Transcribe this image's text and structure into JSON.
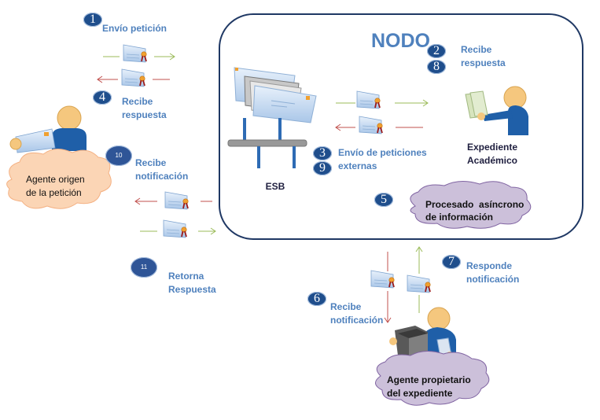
{
  "diagram": {
    "node_title": "NODO",
    "esb_label": "ESB",
    "expediente_label": [
      "Expediente",
      "Académico"
    ],
    "clouds": {
      "agente_origen": [
        "Agente origen",
        "de la petición"
      ],
      "procesado": [
        "Procesado  asíncrono",
        "de información"
      ],
      "agente_propietario": [
        "Agente propietario",
        "del expediente"
      ]
    },
    "colors": {
      "label_blue": "#4f81bd",
      "badge_navy": "#1f4e8c",
      "node_border": "#1f3864",
      "arrow_green": "#9bbb59",
      "arrow_red": "#c0504d",
      "cloud_peach": "#fbd5b5",
      "cloud_lilac": "#ccc0da",
      "person_blue": "#1f5fa8",
      "skin": "#f5c77e"
    },
    "steps": [
      {
        "num": "1",
        "label": [
          "Envío  petición"
        ]
      },
      {
        "num": "4",
        "label": [
          "Recibe",
          "respuesta"
        ]
      },
      {
        "num": "10",
        "label": [
          "Recibe",
          "notificación"
        ]
      },
      {
        "num": "11",
        "label": [
          "Retorna",
          "Respuesta"
        ]
      },
      {
        "num": "2",
        "num2": "8",
        "label": [
          "Recibe",
          "respuesta"
        ]
      },
      {
        "num": "3",
        "num2": "9",
        "label": [
          "Envío de peticiones",
          "externas"
        ]
      },
      {
        "num": "5"
      },
      {
        "num": "6",
        "label": [
          "Recibe",
          "notificación"
        ]
      },
      {
        "num": "7",
        "label": [
          "Responde",
          "notificación"
        ]
      }
    ]
  }
}
